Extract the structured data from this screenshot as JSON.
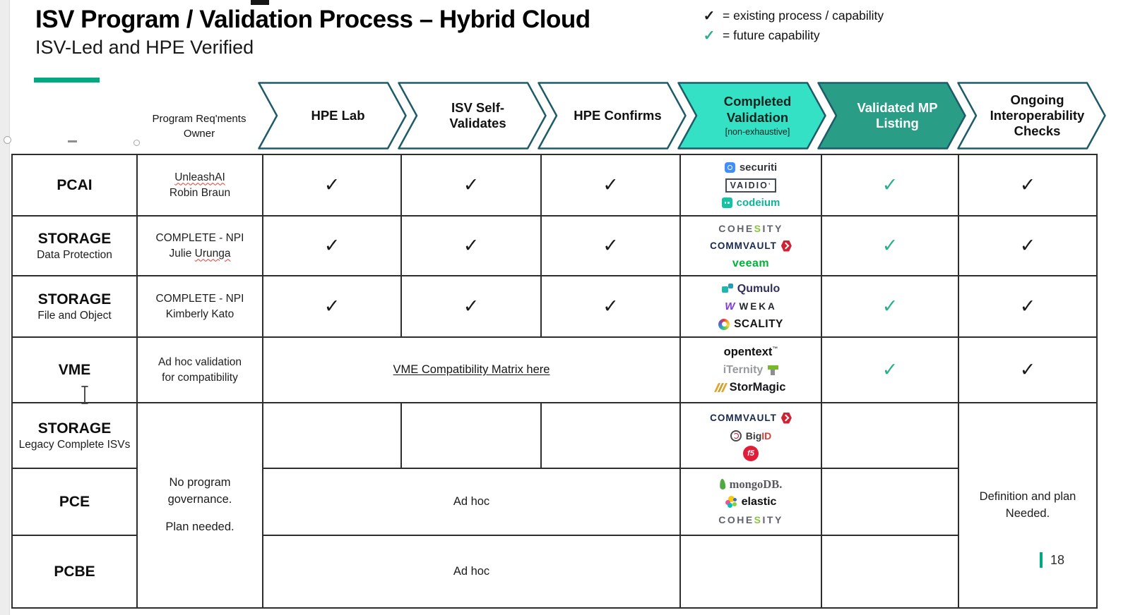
{
  "title": "ISV Program / Validation Process – Hybrid Cloud",
  "subtitle": "ISV-Led and HPE Verified",
  "legend": {
    "items": [
      {
        "id": "existing",
        "symbol": "✓",
        "label": "= existing process / capability"
      },
      {
        "id": "future",
        "symbol": "✓",
        "label": "= future capability"
      }
    ]
  },
  "colors": {
    "accent_bar": "#01a982",
    "chevron_outline": "#1e5b69",
    "chevron_fill_white": "#ffffff",
    "chevron_fill_completed": "#35e1c5",
    "chevron_fill_validated": "#2a9d87",
    "check_existing": "#191919",
    "check_future": "#29b08c",
    "table_border": "#2d2d2d",
    "spellcheck_squiggle": "#e03c31"
  },
  "header": {
    "owner_col": [
      "Program Req'ments",
      "Owner"
    ]
  },
  "process_steps": [
    {
      "id": "hpe-lab",
      "lines": [
        "HPE Lab"
      ],
      "fill": "#ffffff",
      "text_color": "#111111"
    },
    {
      "id": "isv-self-validates",
      "lines": [
        "ISV Self-",
        "Validates"
      ],
      "fill": "#ffffff",
      "text_color": "#111111"
    },
    {
      "id": "hpe-confirms",
      "lines": [
        "HPE Confirms"
      ],
      "fill": "#ffffff",
      "text_color": "#111111"
    },
    {
      "id": "completed-validation",
      "lines": [
        "Completed",
        "Validation"
      ],
      "sub": "[non-exhaustive]",
      "fill": "#35e1c5",
      "text_color": "#07241f"
    },
    {
      "id": "validated-mp-listing",
      "lines": [
        "Validated MP",
        "Listing"
      ],
      "fill": "#2a9d87",
      "text_color": "#ffffff"
    },
    {
      "id": "ongoing-interoperability-checks",
      "lines": [
        "Ongoing",
        "Interoperability",
        "Checks"
      ],
      "fill": "#ffffff",
      "text_color": "#111111"
    }
  ],
  "logos": {
    "securiti": {
      "label": "securiti"
    },
    "vaidio": {
      "label": "VAIDIO"
    },
    "codeium": {
      "label": "codeium"
    },
    "cohesity": {
      "label": "COHESITY"
    },
    "commvault": {
      "label": "COMMVAULT"
    },
    "veeam": {
      "label": "veeam"
    },
    "qumulo": {
      "label": "Qumulo"
    },
    "weka": {
      "label": "WEKA"
    },
    "scality": {
      "label": "SCALITY"
    },
    "opentext": {
      "label": "opentext"
    },
    "iternity": {
      "label": "iTernity"
    },
    "stormagic": {
      "label": "StorMagic"
    },
    "bigid": {
      "label": "BigID"
    },
    "f5": {
      "label": "f5"
    },
    "mongodb": {
      "label": "mongoDB."
    },
    "elastic": {
      "label": "elastic"
    }
  },
  "rows": [
    {
      "id": "pcai",
      "program": {
        "title": "PCAI",
        "subtitle": ""
      },
      "cells": [
        {
          "type": "owner",
          "lines": [
            {
              "text": "UnleashAI",
              "wavy": "UnleashAI"
            },
            {
              "text": "Robin Braun"
            }
          ]
        },
        {
          "type": "check",
          "style": "existing"
        },
        {
          "type": "check",
          "style": "existing"
        },
        {
          "type": "check",
          "style": "existing"
        },
        {
          "type": "logos",
          "items": [
            "securiti",
            "vaidio",
            "codeium"
          ]
        },
        {
          "type": "check",
          "style": "future"
        },
        {
          "type": "check",
          "style": "existing"
        }
      ]
    },
    {
      "id": "storage-data-protection",
      "program": {
        "title": "STORAGE",
        "subtitle": "Data Protection"
      },
      "cells": [
        {
          "type": "owner",
          "lines": [
            {
              "text": "COMPLETE - NPI"
            },
            {
              "text": "Julie Urunga",
              "wavy": "Urunga"
            }
          ]
        },
        {
          "type": "check",
          "style": "existing"
        },
        {
          "type": "check",
          "style": "existing"
        },
        {
          "type": "check",
          "style": "existing"
        },
        {
          "type": "logos",
          "items": [
            "cohesity",
            "commvault",
            "veeam"
          ]
        },
        {
          "type": "check",
          "style": "future"
        },
        {
          "type": "check",
          "style": "existing"
        }
      ]
    },
    {
      "id": "storage-file-and-object",
      "program": {
        "title": "STORAGE",
        "subtitle": "File and Object"
      },
      "cells": [
        {
          "type": "owner",
          "lines": [
            {
              "text": "COMPLETE - NPI"
            },
            {
              "text": "Kimberly Kato"
            }
          ]
        },
        {
          "type": "check",
          "style": "existing"
        },
        {
          "type": "check",
          "style": "existing"
        },
        {
          "type": "check",
          "style": "existing"
        },
        {
          "type": "logos",
          "items": [
            "qumulo",
            "weka",
            "scality"
          ]
        },
        {
          "type": "check",
          "style": "future"
        },
        {
          "type": "check",
          "style": "existing"
        }
      ]
    },
    {
      "id": "vme",
      "program": {
        "title": "VME",
        "subtitle": ""
      },
      "cells": [
        {
          "type": "owner",
          "lines": [
            {
              "text": "Ad hoc validation"
            },
            {
              "text": "for compatibility"
            }
          ]
        },
        {
          "type": "link",
          "text": "VME Compatibility Matrix here",
          "colspan": 3
        },
        {
          "type": "logos",
          "items": [
            "opentext",
            "iternity",
            "stormagic"
          ]
        },
        {
          "type": "check",
          "style": "future"
        },
        {
          "type": "check",
          "style": "existing"
        }
      ]
    },
    {
      "id": "storage-legacy-complete-isvs",
      "program": {
        "title": "STORAGE",
        "subtitle": "Legacy Complete ISVs"
      },
      "cells": [
        {
          "type": "textblock",
          "lines": [
            "No program",
            "governance.",
            "",
            "Plan needed."
          ],
          "rowspan": 3
        },
        {
          "type": "empty"
        },
        {
          "type": "empty"
        },
        {
          "type": "empty"
        },
        {
          "type": "logos",
          "items": [
            "commvault",
            "bigid",
            "f5"
          ]
        },
        {
          "type": "empty"
        },
        {
          "type": "textblock",
          "lines": [
            "Definition and plan",
            "Needed."
          ],
          "rowspan": 3
        }
      ]
    },
    {
      "id": "pce",
      "program": {
        "title": "PCE",
        "subtitle": ""
      },
      "cells": [
        {
          "type": "text",
          "text": "Ad hoc",
          "colspan": 3
        },
        {
          "type": "logos",
          "items": [
            "mongodb",
            "elastic",
            "cohesity"
          ]
        },
        {
          "type": "empty"
        }
      ]
    },
    {
      "id": "pcbe",
      "program": {
        "title": "PCBE",
        "subtitle": ""
      },
      "cells": [
        {
          "type": "text",
          "text": "Ad hoc",
          "colspan": 3
        },
        {
          "type": "empty"
        },
        {
          "type": "empty"
        }
      ]
    }
  ],
  "footer": {
    "page_number": "18"
  }
}
